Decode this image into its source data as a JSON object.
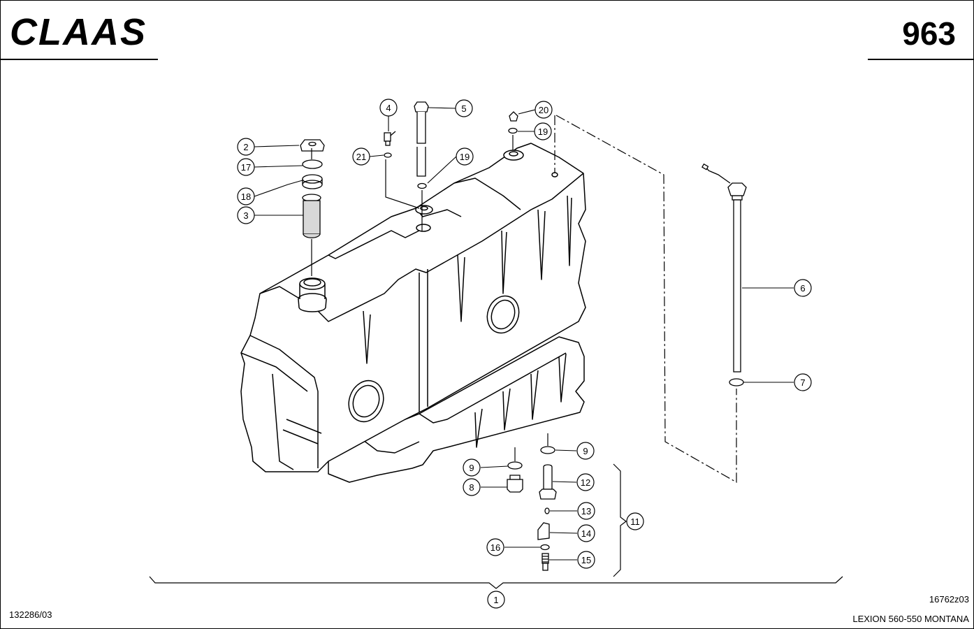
{
  "header": {
    "brand": "CLAAS",
    "page_number": "963"
  },
  "footer": {
    "doc_number": "132286/03",
    "drawing_ref": "16762z03",
    "model": "LEXION 560-550 MONTANA"
  },
  "callouts": {
    "c1": "1",
    "c2": "2",
    "c3": "3",
    "c4": "4",
    "c5": "5",
    "c6": "6",
    "c7": "7",
    "c8": "8",
    "c9a": "9",
    "c9b": "9",
    "c11": "11",
    "c12": "12",
    "c13": "13",
    "c14": "14",
    "c15": "15",
    "c16": "16",
    "c17": "17",
    "c18": "18",
    "c19a": "19",
    "c19b": "19",
    "c20": "20",
    "c21": "21"
  }
}
